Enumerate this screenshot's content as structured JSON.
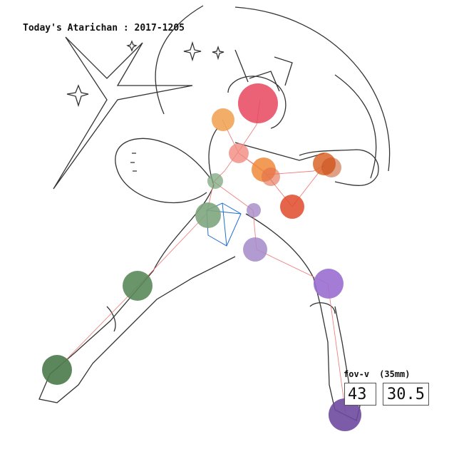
{
  "title": "Today's Atarichan : 2017-1205",
  "fov": {
    "label": "fov-v",
    "lens": "(35mm)",
    "value_v": "43",
    "value_mm": "30.5"
  },
  "colors": {
    "head": "#e8475e",
    "shoulder_r": "#f0a04e",
    "torso_upper": "#f08a80",
    "elbow_l": "#f08a3a",
    "hand_l": "#d9652a",
    "fist": "#c8501e",
    "hip_r": "#7ea57e",
    "knee_r": "#5a8a5a",
    "foot_r": "#4a7a4a",
    "hip_l": "#a58ac8",
    "knee_l": "#9a6ed0",
    "foot_l": "#6e4a9e",
    "bone": "#f08080",
    "sketch": "#333333",
    "cube": "#1f6fd0"
  }
}
